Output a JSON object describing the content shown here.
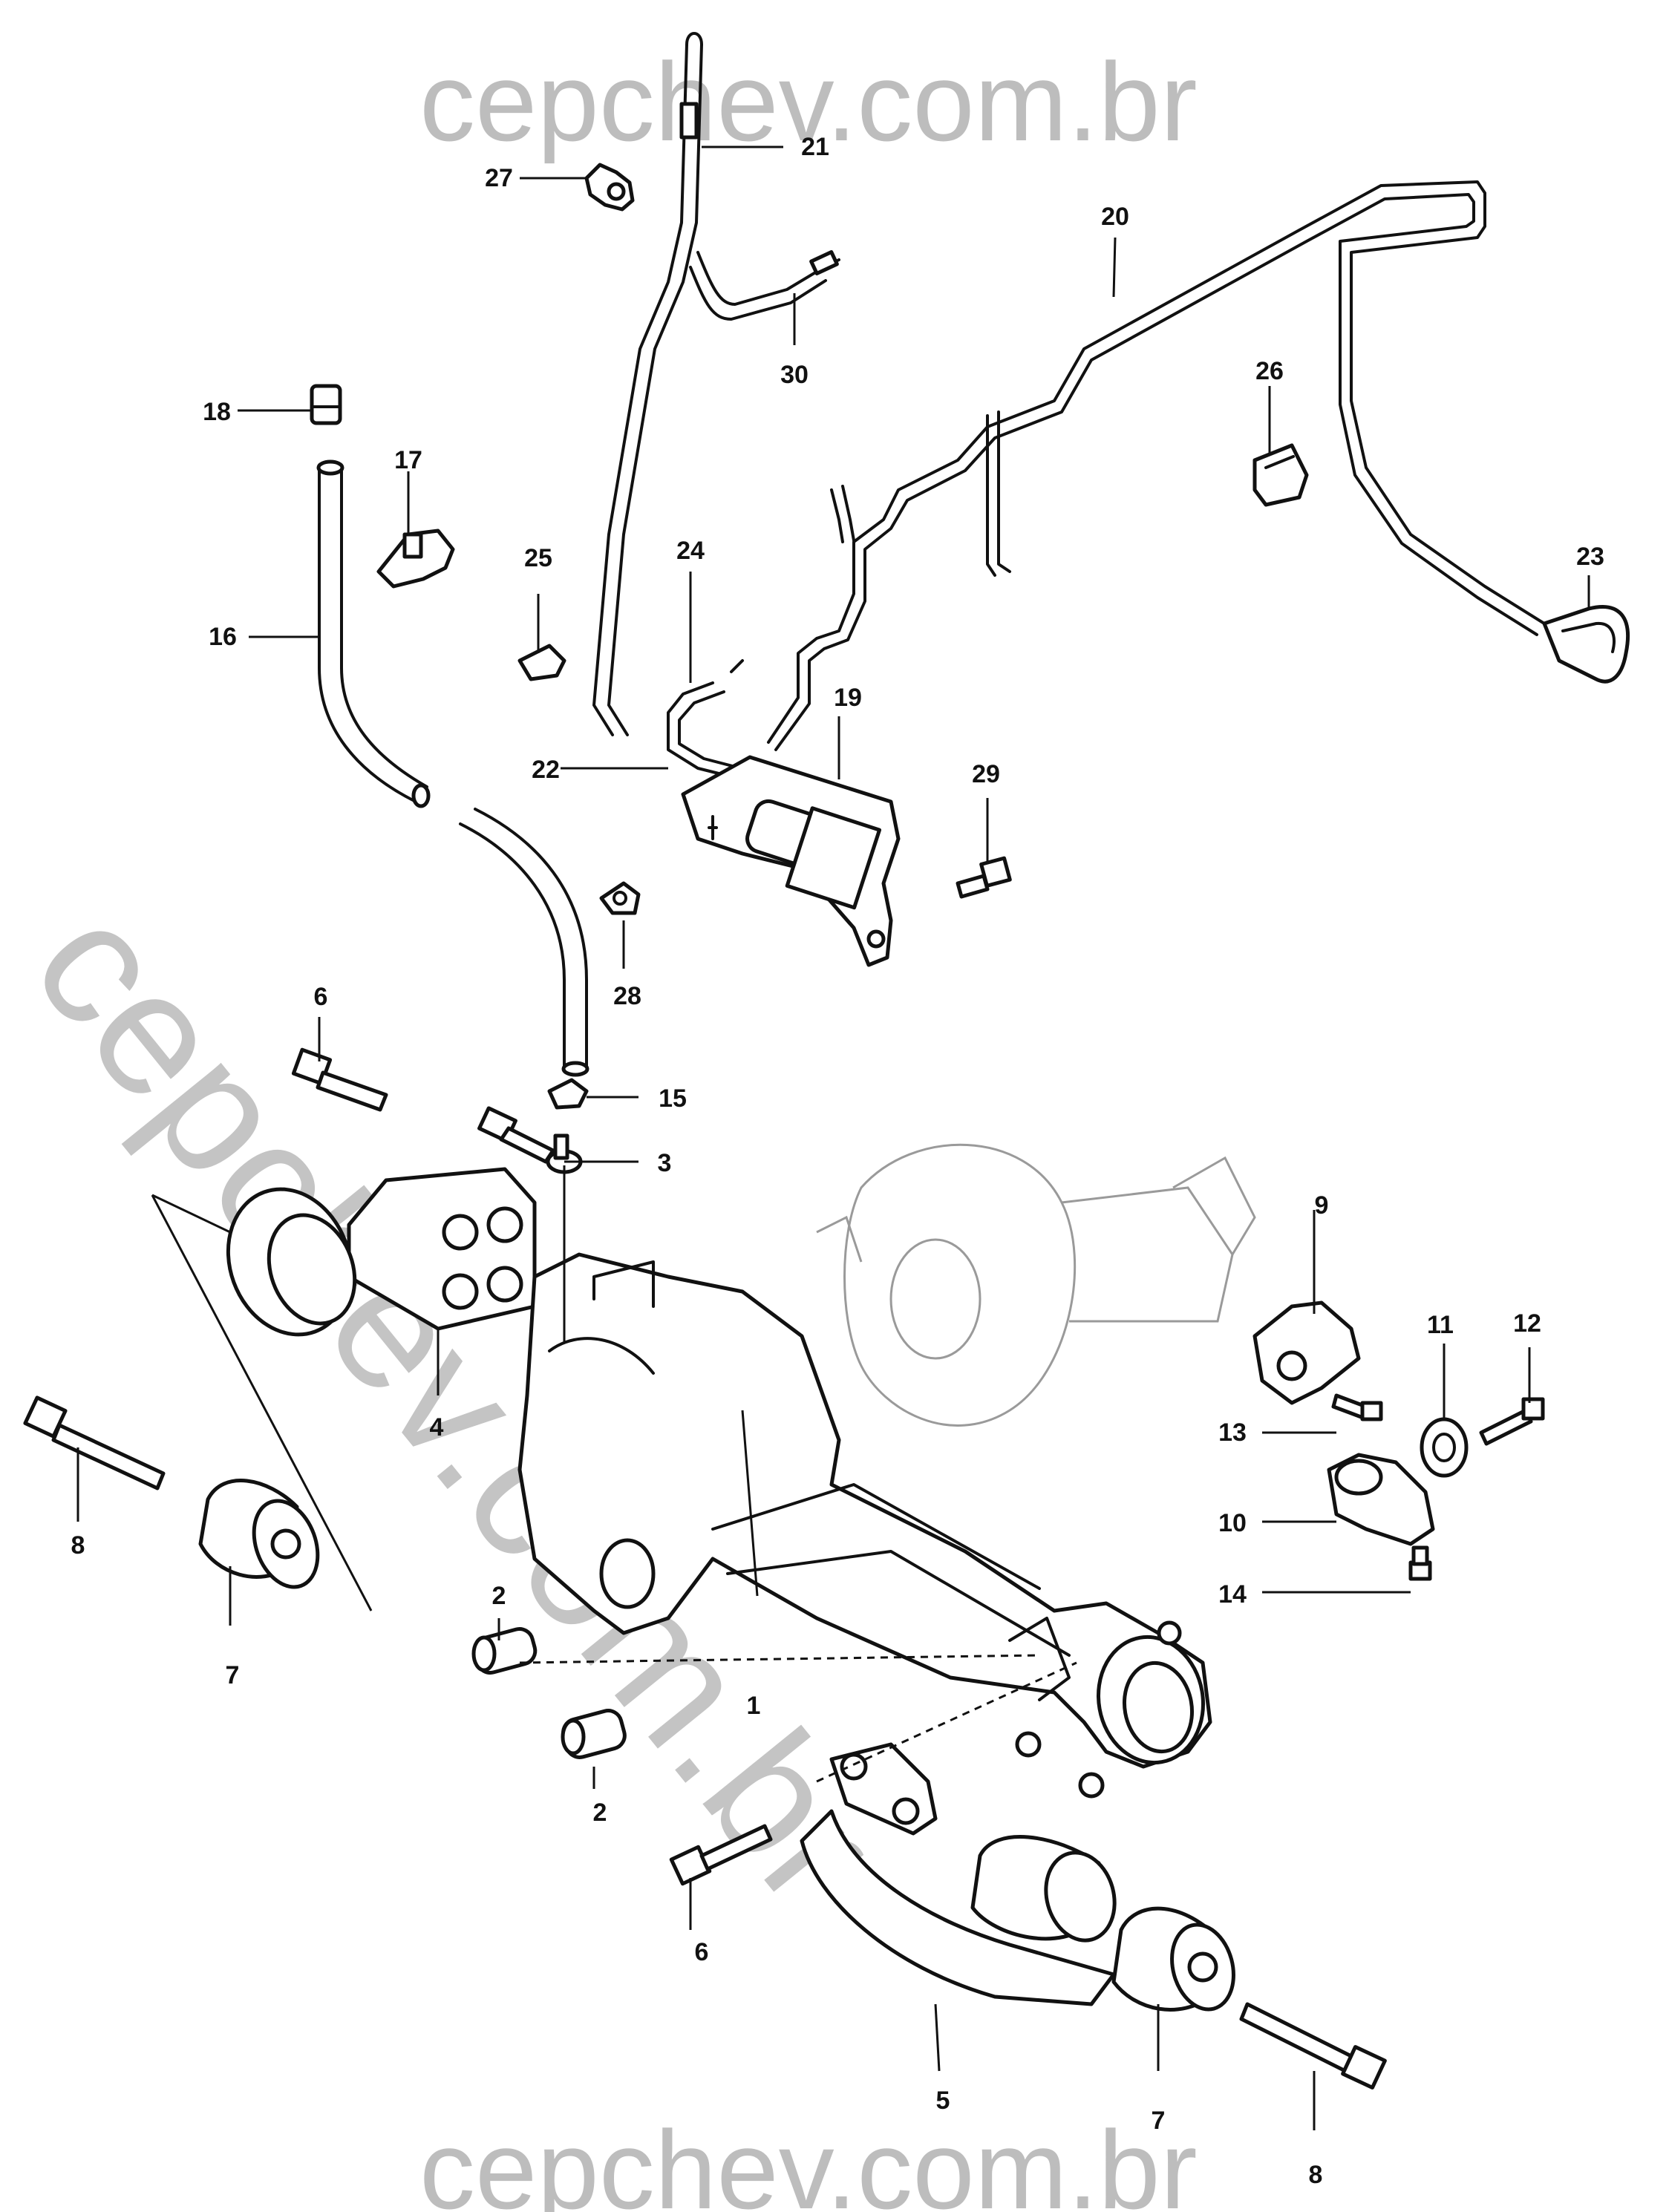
{
  "watermarks": {
    "top": "cepchev.com.br",
    "bottom": "cepchev.com.br",
    "diagonal": "cepchev.com.br"
  },
  "callouts": [
    {
      "id": "c1",
      "text": "1"
    },
    {
      "id": "c2a",
      "text": "2"
    },
    {
      "id": "c2b",
      "text": "2"
    },
    {
      "id": "c3",
      "text": "3"
    },
    {
      "id": "c4",
      "text": "4"
    },
    {
      "id": "c5",
      "text": "5"
    },
    {
      "id": "c6a",
      "text": "6"
    },
    {
      "id": "c6b",
      "text": "6"
    },
    {
      "id": "c7a",
      "text": "7"
    },
    {
      "id": "c7b",
      "text": "7"
    },
    {
      "id": "c8a",
      "text": "8"
    },
    {
      "id": "c8b",
      "text": "8"
    },
    {
      "id": "c9",
      "text": "9"
    },
    {
      "id": "c10",
      "text": "10"
    },
    {
      "id": "c11",
      "text": "11"
    },
    {
      "id": "c12",
      "text": "12"
    },
    {
      "id": "c13",
      "text": "13"
    },
    {
      "id": "c14",
      "text": "14"
    },
    {
      "id": "c15",
      "text": "15"
    },
    {
      "id": "c16",
      "text": "16"
    },
    {
      "id": "c17",
      "text": "17"
    },
    {
      "id": "c18",
      "text": "18"
    },
    {
      "id": "c19",
      "text": "19"
    },
    {
      "id": "c20",
      "text": "20"
    },
    {
      "id": "c21",
      "text": "21"
    },
    {
      "id": "c22",
      "text": "22"
    },
    {
      "id": "c23",
      "text": "23"
    },
    {
      "id": "c24",
      "text": "24"
    },
    {
      "id": "c25",
      "text": "25"
    },
    {
      "id": "c26",
      "text": "26"
    },
    {
      "id": "c27",
      "text": "27"
    },
    {
      "id": "c28",
      "text": "28"
    },
    {
      "id": "c29",
      "text": "29"
    },
    {
      "id": "c30",
      "text": "30"
    }
  ]
}
